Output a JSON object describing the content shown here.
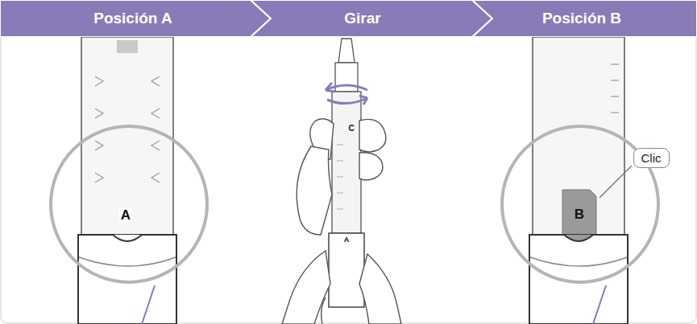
{
  "diagram": {
    "nodes": [
      {
        "text": [
          "Posición A"
        ]
      },
      {
        "text": [
          "Girar"
        ]
      },
      {
        "text": [
          "Posición B"
        ]
      },
      {
        "text": [
          "Clic"
        ]
      }
    ],
    "labels": [
      "A",
      "C",
      "A",
      "B"
    ]
  }
}
